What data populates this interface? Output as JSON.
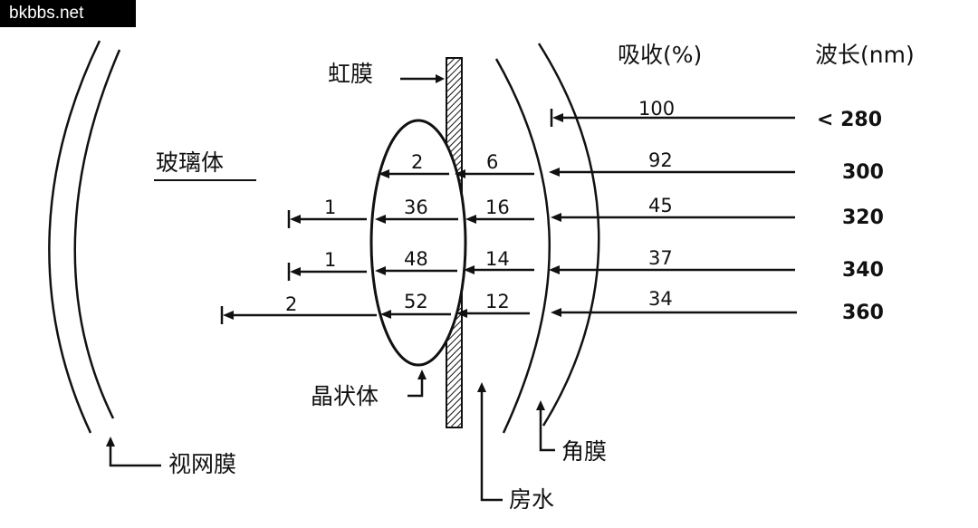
{
  "watermark": "bkbbs.net",
  "labels": {
    "iris": "虹膜",
    "vitreous": "玻璃体",
    "lens": "晶状体",
    "retina": "视网膜",
    "cornea": "角膜",
    "aqueous": "房水"
  },
  "headers": {
    "absorption": "吸收(%)",
    "wavelength": "波长(nm)"
  },
  "rows": [
    {
      "wavelength": "< 280",
      "cornea": "100",
      "aqueous": "",
      "lens": "",
      "vitreous": ""
    },
    {
      "wavelength": "300",
      "cornea": "92",
      "aqueous": "6",
      "lens": "2",
      "vitreous": ""
    },
    {
      "wavelength": "320",
      "cornea": "45",
      "aqueous": "16",
      "lens": "36",
      "vitreous": "1"
    },
    {
      "wavelength": "340",
      "cornea": "37",
      "aqueous": "14",
      "lens": "48",
      "vitreous": "1"
    },
    {
      "wavelength": "360",
      "cornea": "34",
      "aqueous": "12",
      "lens": "52",
      "vitreous": "2"
    }
  ]
}
